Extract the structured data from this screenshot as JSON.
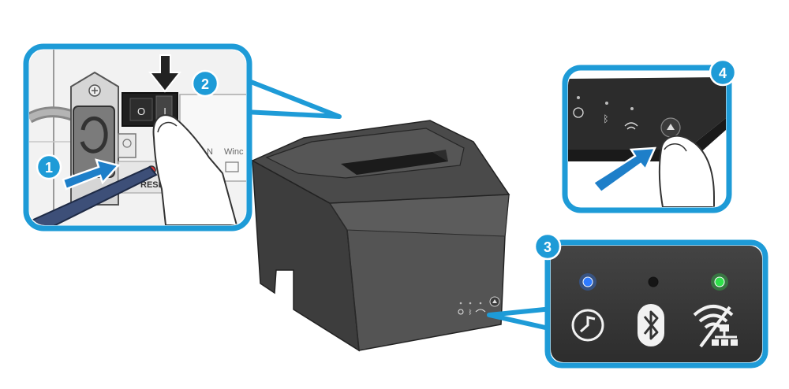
{
  "panel1": {
    "rocker_off": "O",
    "rocker_on": "I",
    "reset_label": "RESET",
    "partial_label_1": "N",
    "partial_label_2": "Winc"
  },
  "steps": [
    "1",
    "2",
    "3",
    "4"
  ],
  "status_leds": [
    {
      "icon": "power-icon",
      "color": "#2f7bff",
      "lit": true
    },
    {
      "icon": "bluetooth-icon",
      "color": "#1c1c1c",
      "lit": false
    },
    {
      "icon": "wifi-lan-icon",
      "color": "#2ee04a",
      "lit": true
    }
  ],
  "colors": {
    "accent": "#1e9bd7",
    "printer_body": "#4a4a4a",
    "printer_dark": "#2b2b2b",
    "panel_dark": "#3a3a3a"
  }
}
